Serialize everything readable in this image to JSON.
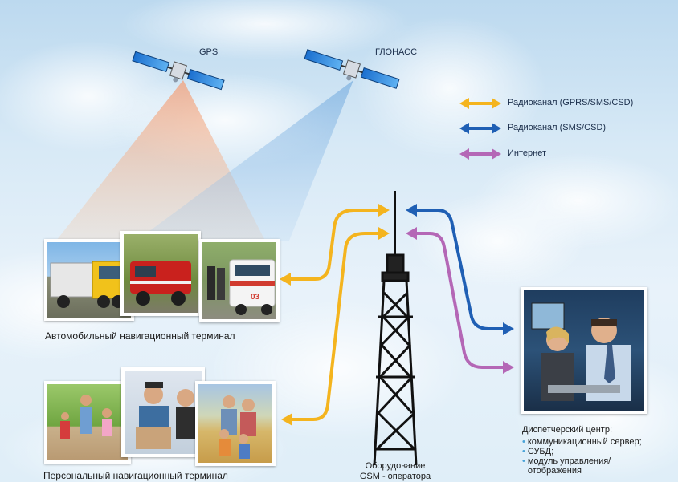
{
  "satellites": [
    {
      "label": "GPS"
    },
    {
      "label": "ГЛОНАСС"
    }
  ],
  "legend": [
    {
      "label": "Радиоканал (GPRS/SMS/CSD)",
      "color": "#f4b41e"
    },
    {
      "label": "Радиоканал (SMS/CSD)",
      "color": "#1f5fb4"
    },
    {
      "label": "Интернет",
      "color": "#b467b6"
    }
  ],
  "vehicle_terminal": {
    "caption": "Автомобильный навигационный терминал"
  },
  "personal_terminal": {
    "caption": "Персональный навигационный терминал"
  },
  "gsm": {
    "caption_line1": "Оборудование",
    "caption_line2": "GSM - оператора"
  },
  "dispatch": {
    "title": "Диспетчерский центр:",
    "items": [
      "коммуникационный сервер;",
      "СУБД;",
      "модуль управления/",
      "отображения"
    ]
  },
  "ambulance_text": "03",
  "colors": {
    "radio_gprs": "#f4b41e",
    "radio_sms": "#1f5fb4",
    "internet": "#b467b6"
  }
}
